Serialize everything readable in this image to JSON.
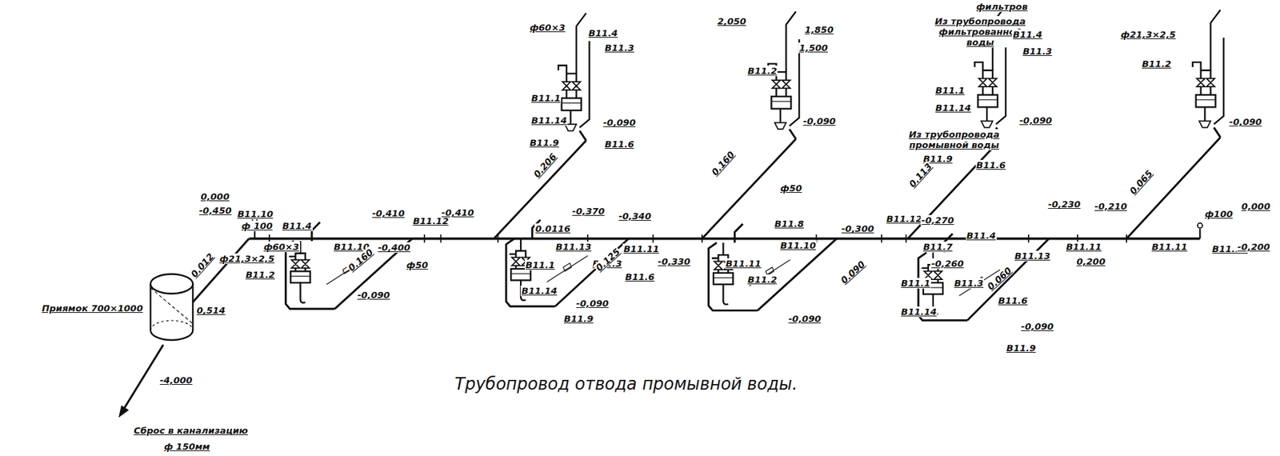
{
  "diagram": {
    "title": "Трубопровод отвода промывной воды.",
    "nodes": [
      {
        "text": [
          "Приямок 700×1000"
        ]
      }
    ],
    "labels": [
      "ф60×3",
      "В11.4",
      "В11.3",
      "В11.1",
      "В11.14",
      "-0,090",
      "В11.9",
      "В11.6",
      "0.206",
      "2,050",
      "1,850",
      "1,500",
      "В11.2",
      "-0,090",
      "0.160",
      "ф50",
      "фильтров",
      "Из трубопровода фильтрованной воды",
      "В11.4",
      "В11.3",
      "В11.1",
      "В11.14",
      "Из трубопровода промывной воды",
      "-0,090",
      "В11.9",
      "В11.6",
      "0.113",
      "ф21,3×2,5",
      "В11.2",
      "-0,090",
      "0.065",
      "0,000",
      "-0,450",
      "В11.10",
      "ф 100",
      "В11.4",
      "-0,410",
      "В11.12",
      "-0,410",
      "ф60×3",
      "ф21,3×2,5",
      "0.012",
      "В11.10",
      "В11.2",
      "0.160",
      "ф50",
      "-0,090",
      "-0,400",
      "0.0116",
      "-0,370",
      "-0,340",
      "В11.13",
      "В11.11",
      "В11.1",
      "В11.3",
      "0.125",
      "В11.6",
      "В11.14",
      "-0,090",
      "В11.9",
      "-0,330",
      "В11.11",
      "В11.8",
      "В11.10",
      "-0,300",
      "В11.12",
      "-0,270",
      "В11.7",
      "-0,260",
      "В11.2",
      "0.090",
      "-0,090",
      "В11.4",
      "-0,230",
      "-0,210",
      "В11.13",
      "В11.11",
      "0,200",
      "В11.1",
      "В11.3",
      "0.060",
      "В11.6",
      "В11.14",
      "-0,090",
      "В11.9",
      "ф100",
      "0,000",
      "В11.11",
      "В11.10",
      "-0,200",
      "0,514",
      "-4,000",
      "Сброс в канализацию",
      "ф 150мм"
    ]
  }
}
